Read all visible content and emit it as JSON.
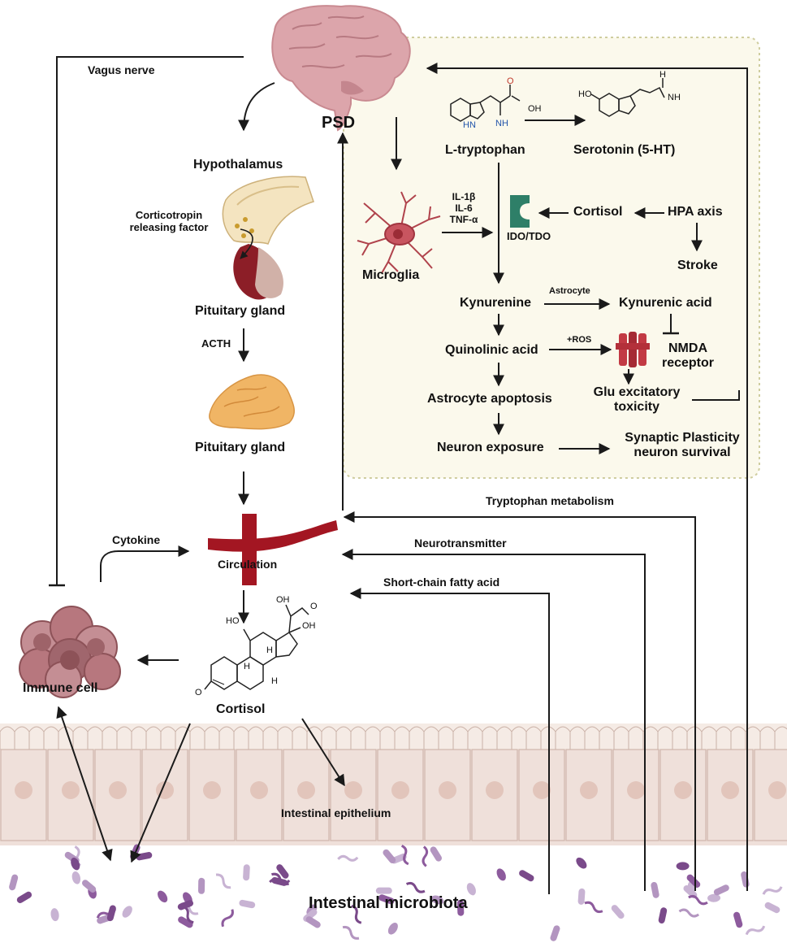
{
  "labels": {
    "vagus_nerve": "Vagus nerve",
    "psd": "PSD",
    "hypothalamus": "Hypothalamus",
    "crf_line1": "Corticotropin",
    "crf_line2": "releasing factor",
    "pituitary_gland_1": "Pituitary gland",
    "acth": "ACTH",
    "pituitary_gland_2": "Pituitary gland",
    "cytokine": "Cytokine",
    "circulation": "Circulation",
    "immune_cell": "Immune cell",
    "cortisol_center": "Cortisol",
    "intestinal_epithelium": "Intestinal epithelium",
    "intestinal_microbiota": "Intestinal microbiota",
    "neurotransmitter": "Neurotransmitter",
    "short_chain_fatty_acid": "Short-chain fatty acid"
  },
  "tryptophan_panel": {
    "l_tryptophan": "L-tryptophan",
    "serotonin": "Serotonin (5-HT)",
    "microglia": "Microglia",
    "il1b": "IL-1β",
    "il6": "IL-6",
    "tnfa": "TNF-α",
    "ido_tdo": "IDO/TDO",
    "cortisol": "Cortisol",
    "hpa_axis": "HPA axis",
    "stroke": "Stroke",
    "kynurenine": "Kynurenine",
    "astrocyte": "Astrocyte",
    "kynurenic_acid": "Kynurenic acid",
    "quinolinic_acid": "Quinolinic acid",
    "ros": "+ROS",
    "nmda_line1": "NMDA",
    "nmda_line2": "receptor",
    "glu_line1": "Glu excitatory",
    "glu_line2": "toxicity",
    "astrocyte_apoptosis": "Astrocyte apoptosis",
    "neuron_exposure": "Neuron exposure",
    "synaptic_line1": "Synaptic Plasticity",
    "synaptic_line2": "neuron survival",
    "panel_title": "Tryptophan metabolism"
  },
  "molecules": {
    "trp_oh": "OH",
    "trp_o": "O",
    "trp_hn": "HN",
    "trp_nh2": "NH",
    "sero_ho": "HO",
    "sero_nh3": "NH",
    "sero_h": "H",
    "cort_oh_top": "OH",
    "cort_o_right": "O",
    "cort_oh_left": "HO",
    "cort_oh_right": "OH",
    "cort_h1": "H",
    "cort_h2": "H",
    "cort_h3": "H",
    "cort_o_ketone": "O"
  },
  "colors": {
    "panel_background": "#fbf9ec",
    "panel_border": "#cfcd9f",
    "blood_vessel": "#a31622",
    "brain": "#dca5ab",
    "epithelium": "#efe0da",
    "microbe_purple": "#8d5b9d",
    "ido_green": "#2e7f68",
    "nmda_red": "#c23a44",
    "immune_cell": "#a0666d",
    "arrow": "#1a1a1a"
  }
}
